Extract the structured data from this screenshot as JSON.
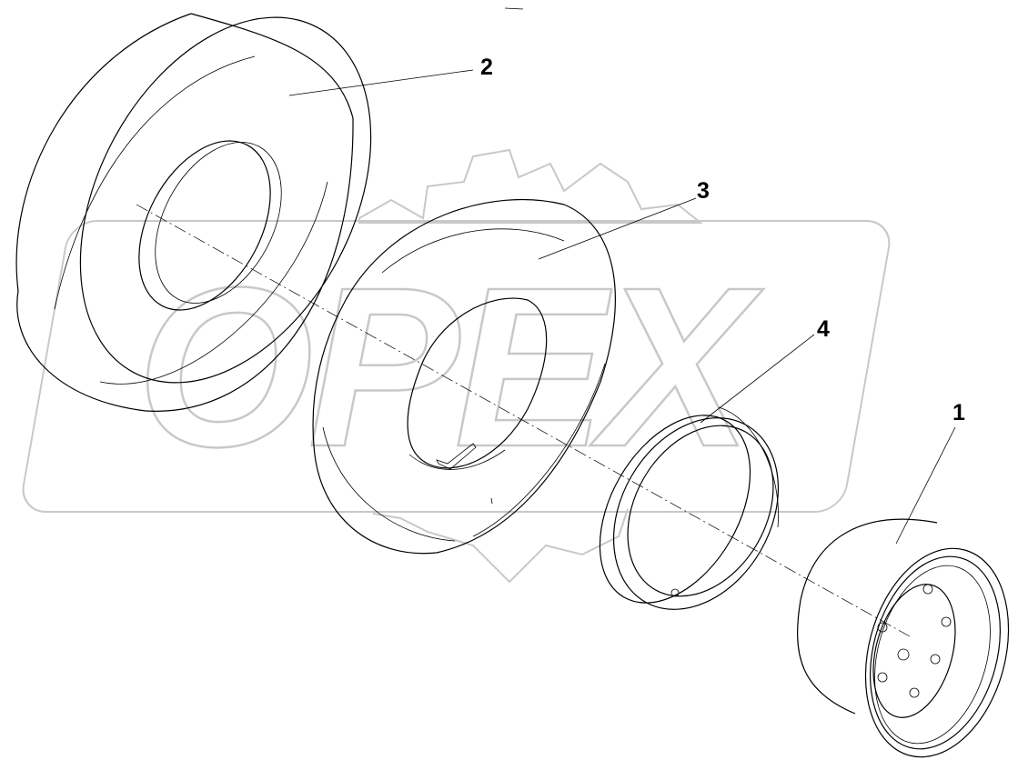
{
  "watermark": {
    "text": "OPEX"
  },
  "callouts": [
    {
      "id": "1",
      "label": "1"
    },
    {
      "id": "2",
      "label": "2"
    },
    {
      "id": "3",
      "label": "3"
    },
    {
      "id": "4",
      "label": "4"
    }
  ],
  "colors": {
    "ink": "#000000",
    "watermark": "#c8c8c8",
    "background": "#ffffff"
  }
}
